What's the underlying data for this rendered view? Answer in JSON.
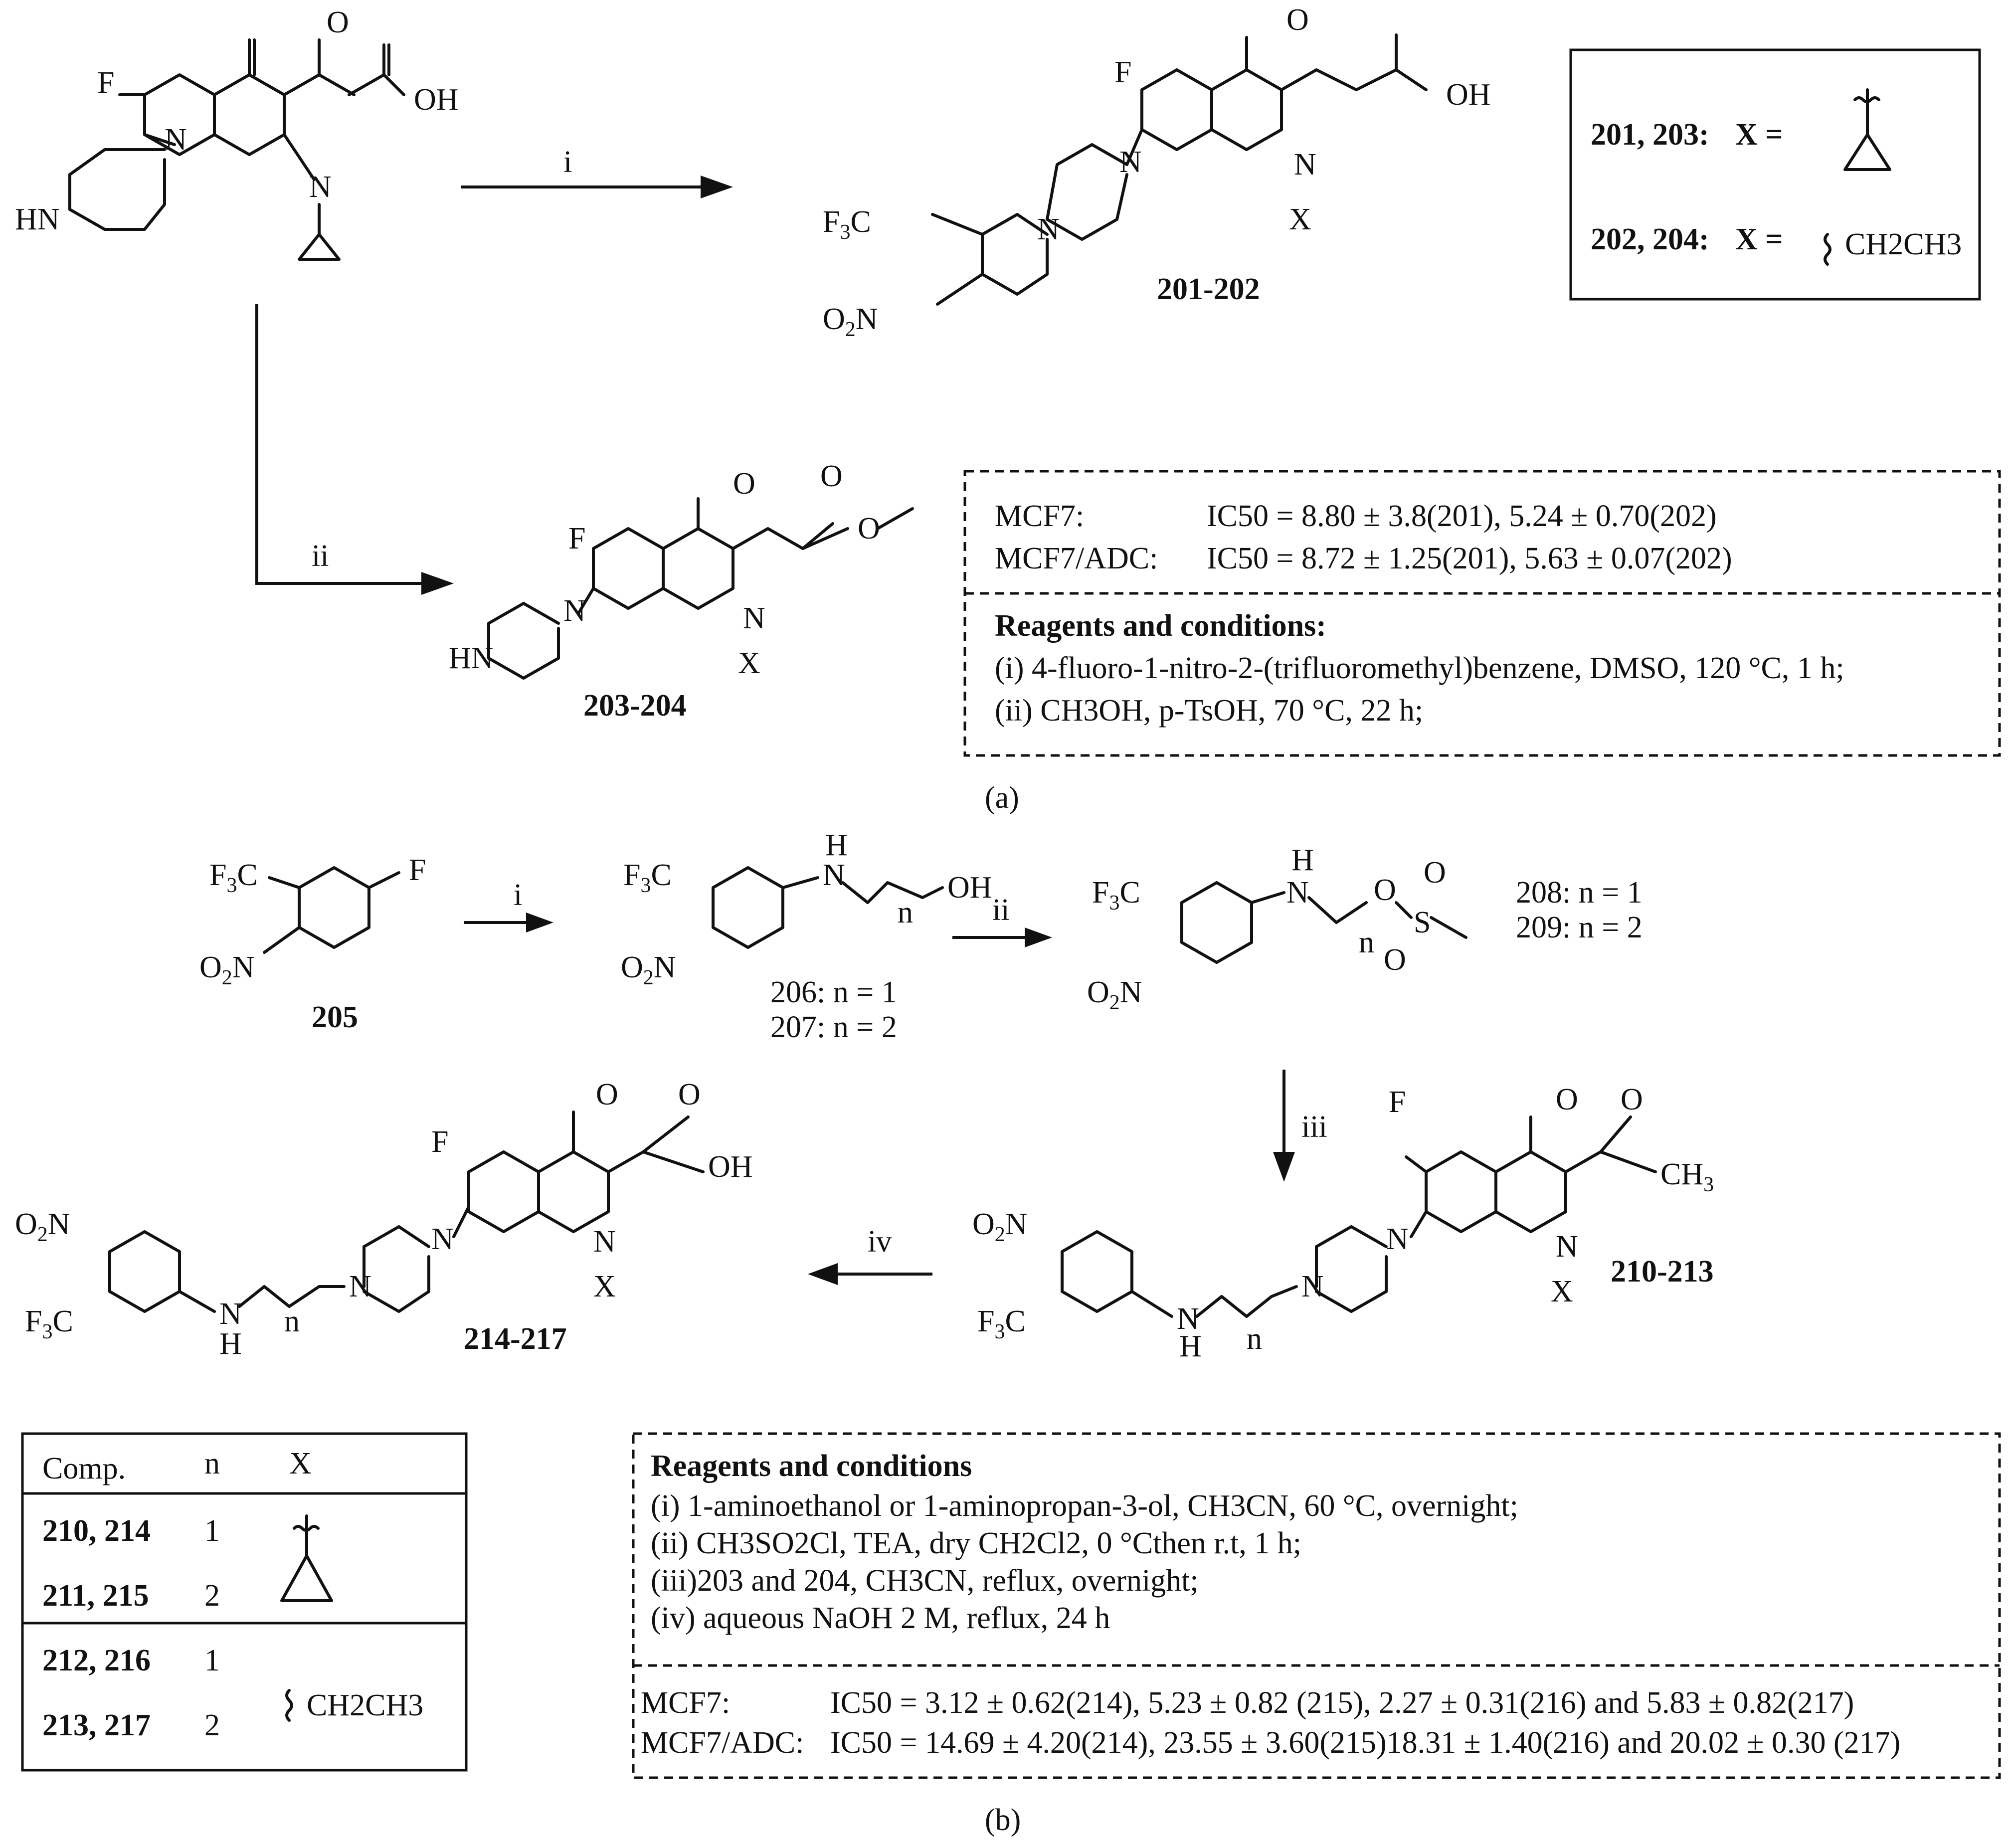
{
  "figure": {
    "panel_a_label": "(a)",
    "panel_b_label": "(b)"
  },
  "panel_a": {
    "step_i": "i",
    "step_ii": "ii",
    "compound_201_202": "201-202",
    "compound_203_204": "203-204",
    "x_box": {
      "row1_ids": "201, 203:",
      "row1_eq": "X =",
      "row2_ids": "202, 204:",
      "row2_eq": "X =",
      "row2_group": "CH2CH3"
    },
    "ic50": {
      "line1_cell": "MCF7:",
      "line1_values": "IC50 = 8.80 ± 3.8(201), 5.24 ± 0.70(202)",
      "line2_cell": "MCF7/ADC:",
      "line2_values": "IC50 = 8.72 ± 1.25(201), 5.63 ± 0.07(202)"
    },
    "reagents": {
      "title": "Reagents and conditions:",
      "items": [
        "(i) 4-fluoro-1-nitro-2-(trifluoromethyl)benzene, DMSO, 120 °C, 1 h;",
        "(ii) CH3OH, p-TsOH, 70 °C, 22 h;"
      ]
    }
  },
  "panel_b": {
    "step_i": "i",
    "step_ii": "ii",
    "step_iii": "iii",
    "step_iv": "iv",
    "compound_205": "205",
    "compound_206_label": "206: n = 1",
    "compound_207_label": "207: n = 2",
    "compound_208_label": "208: n = 1",
    "compound_209_label": "209: n = 2",
    "compound_210_213": "210-213",
    "compound_214_217": "214-217",
    "table": {
      "headers": [
        "Comp.",
        "n",
        "X"
      ],
      "rows": [
        {
          "comp": "210, 214",
          "n": "1"
        },
        {
          "comp": "211, 215",
          "n": "2"
        },
        {
          "comp": "212, 216",
          "n": "1"
        },
        {
          "comp": "213, 217",
          "n": "2"
        }
      ],
      "x_ethyl": "CH2CH3"
    },
    "reagents": {
      "title": "Reagents and conditions",
      "items": [
        "(i) 1-aminoethanol or 1-aminopropan-3-ol, CH3CN, 60 °C, overnight;",
        "(ii) CH3SO2Cl, TEA, dry CH2Cl2, 0 °Cthen r.t, 1 h;",
        "(iii)203 and 204, CH3CN, reflux, overnight;",
        "(iv) aqueous NaOH 2 M, reflux, 24 h"
      ]
    },
    "ic50": {
      "line1_cell": "MCF7:",
      "line1_values": "IC50 = 3.12 ± 0.62(214), 5.23 ± 0.82 (215), 2.27 ± 0.31(216) and 5.83 ± 0.82(217)",
      "line2_cell": "MCF7/ADC:",
      "line2_values": "IC50 = 14.69 ± 4.20(214), 23.55 ± 3.60(215)18.31 ± 1.40(216) and 20.02 ± 0.30 (217)"
    }
  }
}
